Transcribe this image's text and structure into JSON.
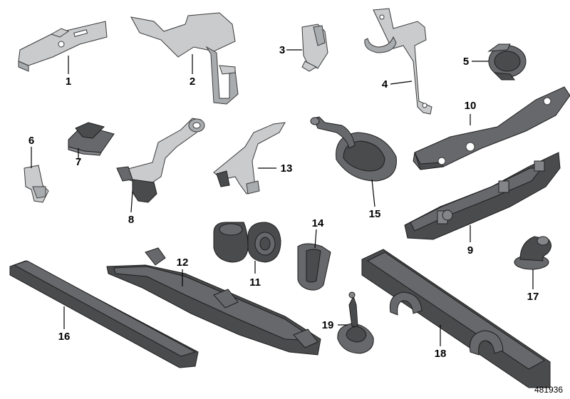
{
  "diagram": {
    "callouts": [
      {
        "number": "1"
      },
      {
        "number": "2"
      },
      {
        "number": "3"
      },
      {
        "number": "4"
      },
      {
        "number": "5"
      },
      {
        "number": "6"
      },
      {
        "number": "7"
      },
      {
        "number": "8"
      },
      {
        "number": "9"
      },
      {
        "number": "10"
      },
      {
        "number": "11"
      },
      {
        "number": "12"
      },
      {
        "number": "13"
      },
      {
        "number": "14"
      },
      {
        "number": "15"
      },
      {
        "number": "16"
      },
      {
        "number": "17"
      },
      {
        "number": "18"
      },
      {
        "number": "19"
      }
    ],
    "part_id": "481936"
  }
}
